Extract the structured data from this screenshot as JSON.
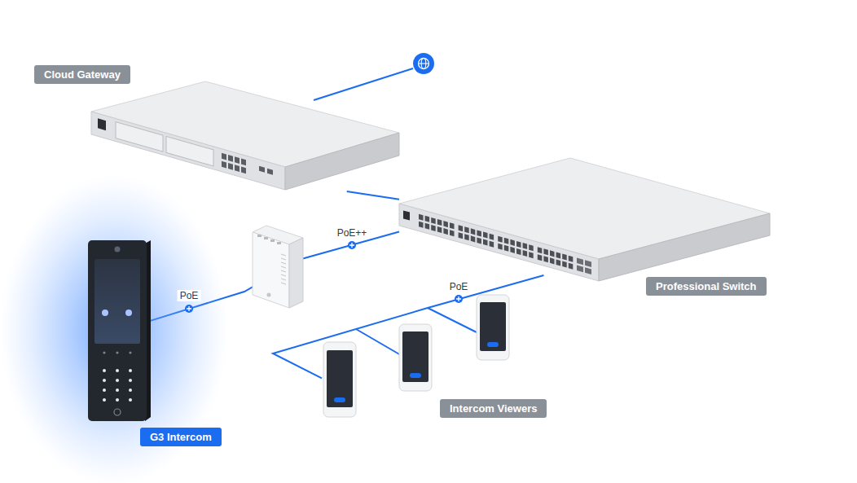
{
  "diagram": {
    "nodes": [
      {
        "text": [
          "Cloud Gateway"
        ]
      },
      {
        "text": [
          "Professional Switch"
        ]
      },
      {
        "text": [
          "G3 Intercom"
        ]
      },
      {
        "text": [
          "Intercom Viewers"
        ]
      }
    ],
    "edges": [
      {
        "from": 0,
        "to": 1,
        "arrow": "none"
      },
      {
        "from": 1,
        "to": 2,
        "arrow": "none",
        "label": "PoE++"
      },
      {
        "from": 1,
        "to": 3,
        "arrow": "none",
        "label": "PoE"
      }
    ],
    "labels": [
      "PoE"
    ]
  }
}
